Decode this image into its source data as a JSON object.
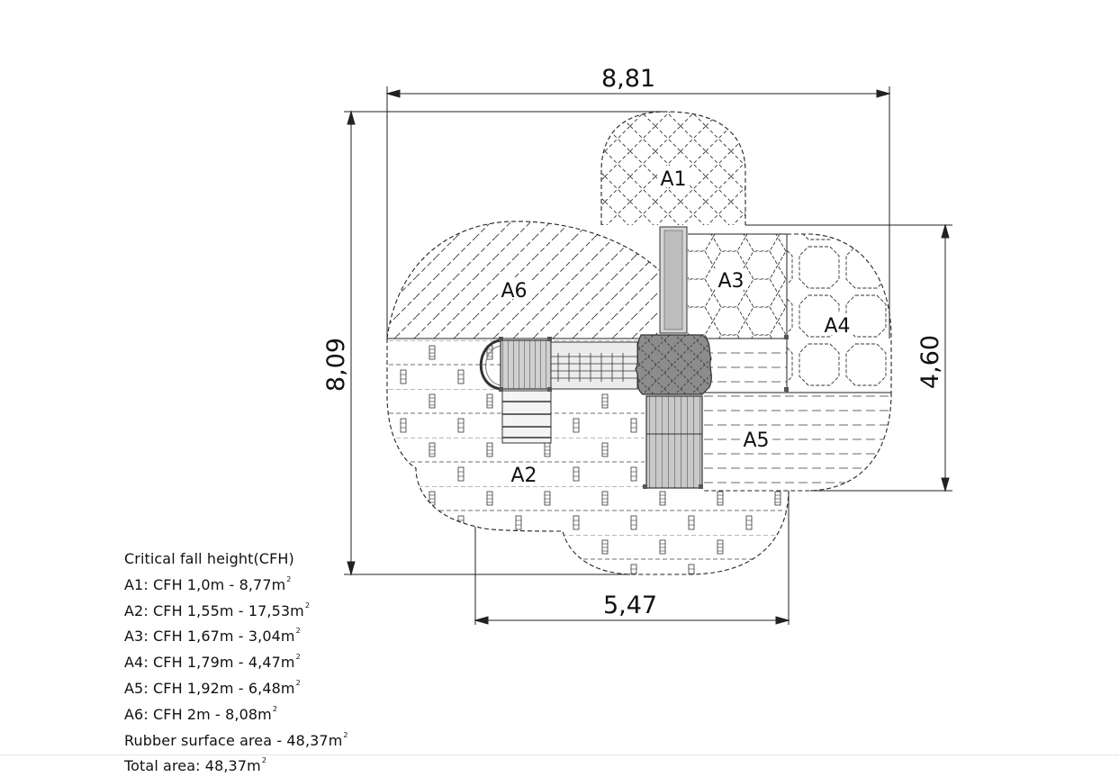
{
  "dimensions": {
    "overall_width": "8,81",
    "overall_height": "8,09",
    "right_height": "4,60",
    "bottom_width": "5,47"
  },
  "areas": {
    "a1": "A1",
    "a2": "A2",
    "a3": "A3",
    "a4": "A4",
    "a5": "A5",
    "a6": "A6"
  },
  "legend": {
    "title": "Critical fall height(CFH)",
    "rows": [
      {
        "text": "A1: CFH 1,0m - 8,77m",
        "sup": "2"
      },
      {
        "text": "A2: CFH 1,55m - 17,53m",
        "sup": "2"
      },
      {
        "text": "A3: CFH 1,67m - 3,04m",
        "sup": "2"
      },
      {
        "text": "A4: CFH 1,79m - 4,47m",
        "sup": "2"
      },
      {
        "text": "A5: CFH 1,92m - 6,48m",
        "sup": "2"
      },
      {
        "text": "A6: CFH 2m - 8,08m",
        "sup": "2"
      },
      {
        "text": "Rubber surface area - 48,37m",
        "sup": "2"
      },
      {
        "text": "Total area: 48,37m",
        "sup": "2"
      }
    ]
  },
  "colors": {
    "line": "#222222",
    "equipment_fill": "#c8c8c8",
    "roof_fill": "#8a8a8a"
  }
}
